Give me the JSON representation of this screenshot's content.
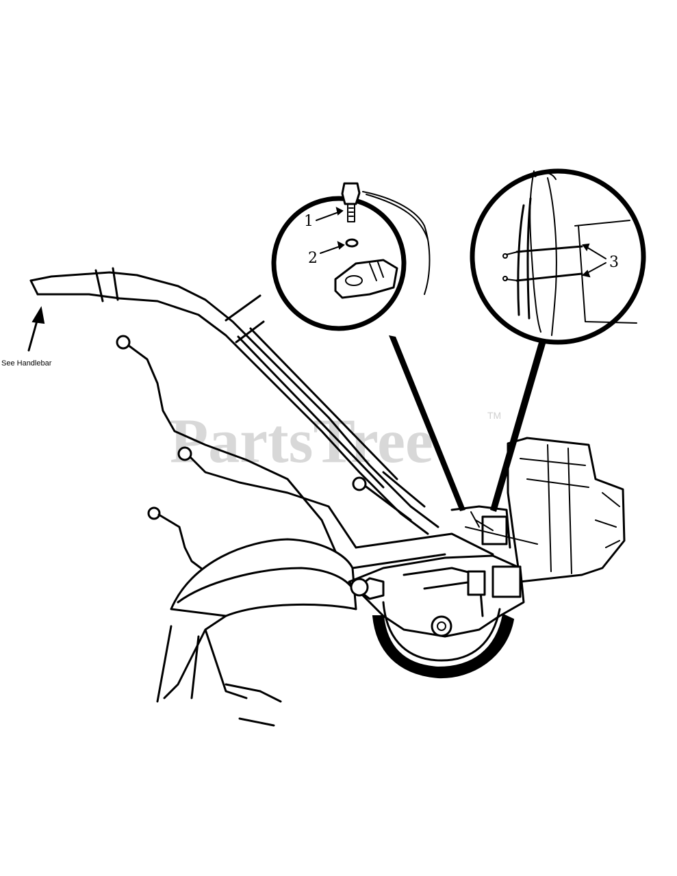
{
  "diagram": {
    "callouts": [
      {
        "number": "1",
        "part": "bolt"
      },
      {
        "number": "2",
        "part": "washer"
      },
      {
        "number": "3",
        "part": "cable-clips"
      }
    ],
    "reference_label": "See Handlebar",
    "watermark": {
      "text": "PartsTree",
      "mark": "TM"
    }
  }
}
